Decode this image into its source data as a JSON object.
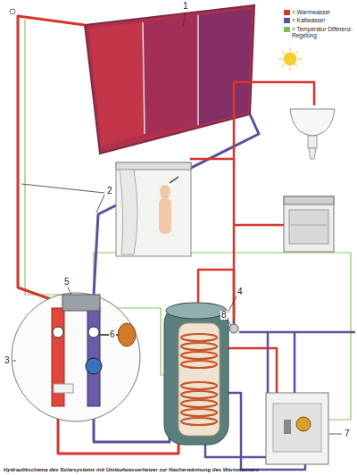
{
  "diagram": {
    "caption": "Hydraulikschema des Solarsystems mit Umlaufwasserheizer zur Nacherwärmung des Warmwassers",
    "labels": [
      "1",
      "2",
      "3",
      "4",
      "5",
      "6",
      "7",
      "8"
    ],
    "legend": [
      {
        "text": "= Warmwasser",
        "color": "#d8342c"
      },
      {
        "text": "= Kaltwasser",
        "color": "#5b4f9e"
      },
      {
        "text": "= Temperatur Differenz-Regelung",
        "color": "#7cbf4a"
      }
    ]
  }
}
